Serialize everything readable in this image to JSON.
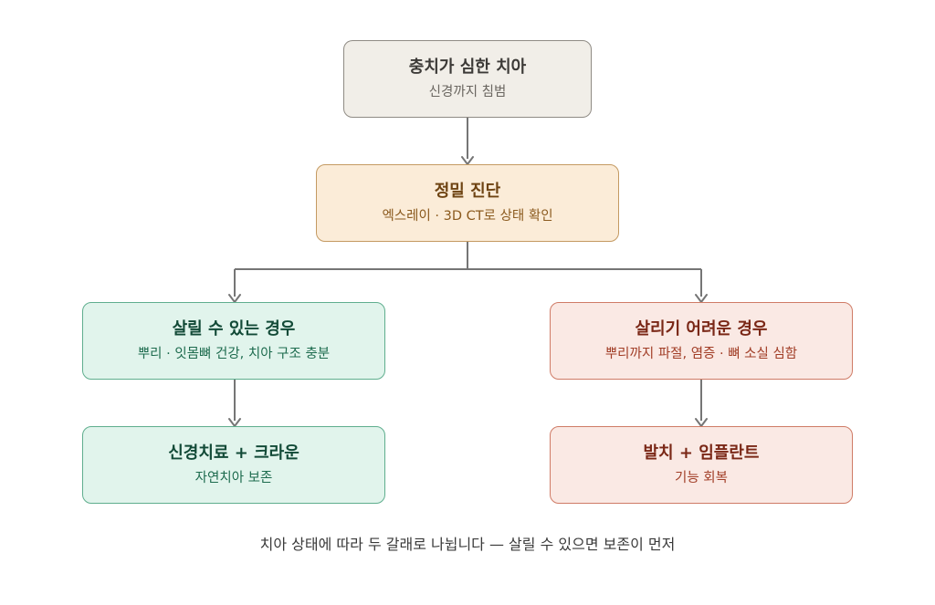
{
  "nodes": {
    "severe_tooth": {
      "title": "충치가 심한 치아",
      "subtitle": "신경까지 침범"
    },
    "diagnosis": {
      "title": "정밀 진단",
      "subtitle": "엑스레이 · 3D CT로 상태 확인"
    },
    "savable": {
      "title": "살릴 수 있는 경우",
      "subtitle": "뿌리 · 잇몸뼈 건강, 치아 구조 충분"
    },
    "hard_to_save": {
      "title": "살리기 어려운 경우",
      "subtitle": "뿌리까지 파절, 염증 · 뼈 소실 심함"
    },
    "root_canal": {
      "title": "신경치료 + 크라운",
      "subtitle": "자연치아 보존"
    },
    "implant": {
      "title": "발치 + 임플란트",
      "subtitle": "기능 회복"
    }
  },
  "caption": "치아 상태에 따라 두 갈래로 나뉩니다 — 살릴 수 있으면 보존이 먼저",
  "colors": {
    "connector": "#757575",
    "neutral_fill": "#f1eee8",
    "diagnosis_fill": "#fbecd8",
    "preserve_fill": "#e1f4ec",
    "extract_fill": "#fae9e4"
  }
}
